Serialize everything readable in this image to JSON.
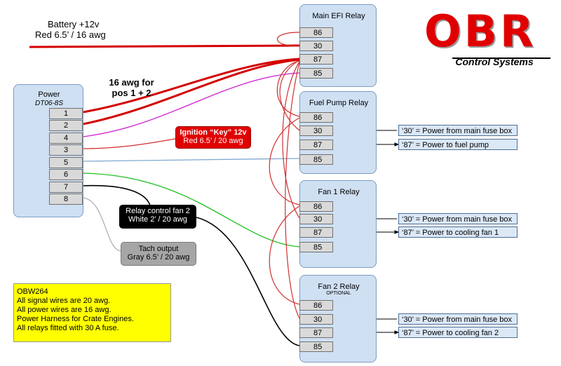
{
  "battery_label": {
    "line1": "Battery +12v",
    "line2": "Red 6.5’ / 16 awg"
  },
  "power_awg_label": {
    "line1": "16 awg for",
    "line2": "pos 1 + 2"
  },
  "power_connector": {
    "title": "Power",
    "part": "DT06-8S",
    "pins": [
      "1",
      "2",
      "4",
      "3",
      "5",
      "6",
      "7",
      "8"
    ]
  },
  "relays": [
    {
      "title": "Main EFI Relay",
      "subtitle": "",
      "pins": [
        "86",
        "30",
        "87",
        "85"
      ]
    },
    {
      "title": "Fuel Pump Relay",
      "subtitle": "",
      "pins": [
        "86",
        "30",
        "87",
        "85"
      ]
    },
    {
      "title": "Fan 1 Relay",
      "subtitle": "",
      "pins": [
        "86",
        "30",
        "87",
        "85"
      ]
    },
    {
      "title": "Fan 2 Relay",
      "subtitle": "OPTIONAL",
      "pins": [
        "86",
        "30",
        "87",
        "85"
      ]
    }
  ],
  "notes": {
    "fuel30": "‘30’ = Power from main fuse box",
    "fuel87": "‘87’ = Power to fuel pump",
    "fan1_30": "‘30’ = Power from main fuse box",
    "fan1_87": "‘87’ = Power to cooling fan 1",
    "fan2_30": "‘30’ = Power from main fuse box",
    "fan2_87": "‘87’ = Power to cooling fan 2"
  },
  "ignition_tag": {
    "line1": "Ignition “Key” 12v",
    "line2": "Red 6.5’ / 20 awg"
  },
  "relay_fan2_tag": {
    "line1": "Relay control fan 2",
    "line2": "White 2’ / 20 awg"
  },
  "tach_tag": {
    "line1": "Tach output",
    "line2": "Gray 6.5’ / 20 awg"
  },
  "info_box": {
    "lines": [
      "OBW264",
      "All signal wires are 20 awg.",
      "All power wires are 16 awg.",
      "Power Harness for Crate Engines.",
      "All relays fitted with 30 A fuse."
    ]
  },
  "logo": {
    "text": "OBR",
    "tagline": "Control Systems"
  },
  "colors": {
    "red": "#d40000",
    "magenta": "#d020d0",
    "blue": "#7fa8d0",
    "green": "#20c020",
    "black": "#000000",
    "gray": "#b0b0b0",
    "connector_fill": "#cfe0f3",
    "info_fill": "#ffff00"
  }
}
